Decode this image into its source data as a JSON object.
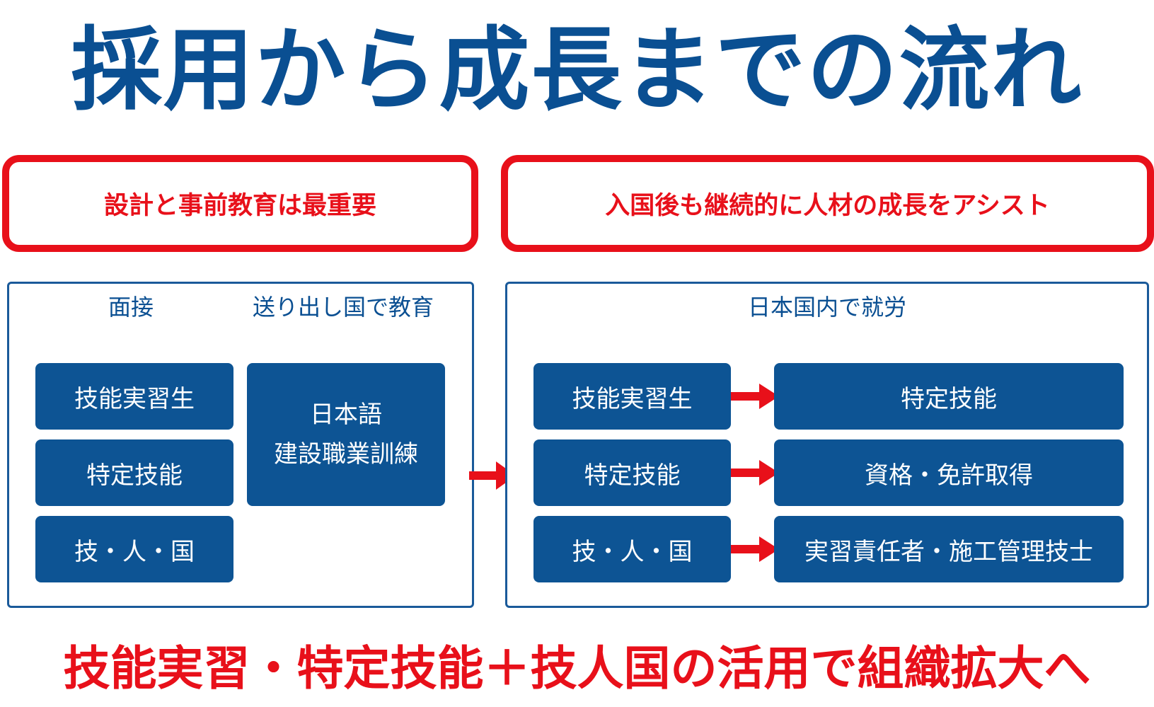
{
  "title": "採用から成長までの流れ",
  "banners": {
    "left": "設計と事前教育は最重要",
    "right": "入国後も継続的に人材の成長をアシスト"
  },
  "left_panel": {
    "heading_interview": "面接",
    "heading_education": "送り出し国で教育",
    "interview_items": [
      "技能実習生",
      "特定技能",
      "技・人・国"
    ],
    "education_lines": [
      "日本語",
      "建設職業訓練"
    ]
  },
  "right_panel": {
    "heading": "日本国内で就労",
    "from_items": [
      "技能実習生",
      "特定技能",
      "技・人・国"
    ],
    "to_items": [
      "特定技能",
      "資格・免許取得",
      "実習責任者・施工管理技士"
    ]
  },
  "footer": "技能実習・特定技能＋技人国の活用で組織拡大へ",
  "colors": {
    "title_blue": "#0a4f92",
    "box_blue": "#0d5494",
    "accent_red": "#e8101a"
  }
}
